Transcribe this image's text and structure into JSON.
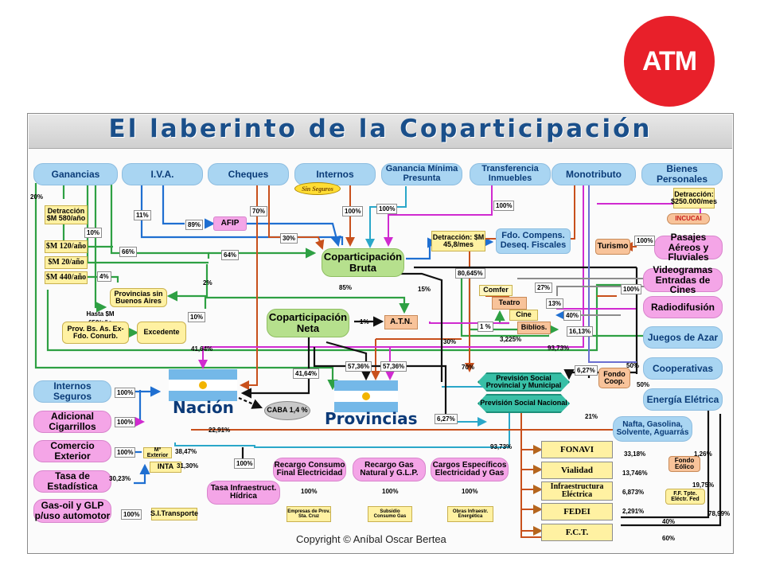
{
  "logo": {
    "text": "ATM"
  },
  "title": "El laberinto de la Coparticipación",
  "copyright": "Copyright © Aníbal Oscar Bertea",
  "top": {
    "ganancias": "Ganancias",
    "iva": "I.V.A.",
    "cheques": "Cheques",
    "internos": "Internos",
    "sin_seguros": "Sin Seguros",
    "ganancia_minima": "Ganancia Mínima Presunta",
    "transferencia": "Transferencia Inmuebles",
    "monotributo": "Monotributo",
    "bienes": "Bienes Personales"
  },
  "nodes": {
    "detraccion_580": "Detracción $M 580/año",
    "sm_120": "$M 120/año",
    "sm_20": "$M 20/año",
    "sm_440": "$M 440/año",
    "hasta_650": "Hasta $M 650/año",
    "prov_bs_as": "Prov. Bs. As. Ex-Fdo. Conurb.",
    "excedente": "Excedente",
    "prov_sin_bsas": "Provincias sin Buenos Aires",
    "afip": "AFIP",
    "copart_bruta": "Coparticipación Bruta",
    "detraccion_458": "Detracción: $M 45,8/mes",
    "fdo_compens": "Fdo. Compens. Deseq. Fiscales",
    "copart_neta": "Coparticipación Neta",
    "atn": "A.T.N.",
    "nacion": "Nación",
    "provincias": "Provincias",
    "caba": "CABA 1,4 %",
    "detraccion_250": "Detracción: $250.000/mes",
    "incucai": "INCUCAI",
    "turismo": "Turismo",
    "pasajes": "Pasajes Aéreos y Fluviales",
    "videogramas": "Videogramas Entradas de Cines",
    "radiodifusion": "Radiodifusión",
    "juegos": "Juegos de Azar",
    "cooperativas": "Cooperativas",
    "fondo_coop": "Fondo Coop.",
    "energia": "Energía Elétrica",
    "comfer": "Comfer",
    "teatro": "Teatro",
    "cine": "Cine",
    "biblios": "Biblios.",
    "prev_prov": "Previsión Social Provincial y Municipal",
    "prev_nac": "Previsión Social Nacional",
    "nafta": "Nafta, Gasolina, Solvente, Aguarrás",
    "fonavi": "FONAVI",
    "vialidad": "Vialidad",
    "infraestructura": "Infraestructura Eléctrica",
    "fedei": "FEDEI",
    "fct": "F.C.T.",
    "fondo_eolico": "Fondo Eólico",
    "ff_tpte": "F.F. Tpte. Eléctr. Fed",
    "internos_seguros": "Internos Seguros",
    "adicional_cig": "Adicional Cigarrillos",
    "comercio_ext": "Comercio Exterior",
    "tasa_est": "Tasa de Estadística",
    "gasoil": "Gas-oil y GLP p/uso automotor",
    "m_exterior": "Mº Exterior",
    "inta": "INTA",
    "s_transporte": "S.I.Transporte",
    "tasa_infra": "Tasa Infraestruct. Hídrica",
    "recargo_consumo": "Recargo Consumo Final Electricidad",
    "recargo_gas": "Recargo Gas Natural y G.L.P.",
    "cargos_esp": "Cargos Específicos Electricidad y Gas",
    "empresas_prov": "Empresas de Prov. Sta. Cruz",
    "subsidio_gas": "Subsidio Consumo Gas",
    "obras_infra": "Obras Infraestr. Energética"
  },
  "pct": {
    "p20": "20%",
    "p10": "10%",
    "p4": "4%",
    "p66": "66%",
    "p11": "11%",
    "p89": "89%",
    "p64": "64%",
    "p2": "2%",
    "p70a": "70%",
    "p30": "30%",
    "p100int": "100%",
    "p100gmp": "100%",
    "p100ti": "100%",
    "p85": "85%",
    "p15": "15%",
    "p1": "1%",
    "p10b": "10%",
    "p4164a": "41,64%",
    "p4164b": "41,64%",
    "p5736a": "57,36%",
    "p5736b": "57,36%",
    "p80645": "80,645%",
    "p27": "27%",
    "p13": "13%",
    "p40": "40%",
    "p1613": "16,13%",
    "p3225": "3,225%",
    "p1pct": "1 %",
    "p30b": "30%",
    "p9373a": "93,73%",
    "p70b": "70%",
    "p627a": "6,27%",
    "p627b": "6,27%",
    "p50a": "50%",
    "p50b": "50%",
    "p100pas": "100%",
    "p100vid": "100%",
    "p21": "21%",
    "p2291a": "22,91%",
    "p9373b": "93,73%",
    "p100is": "100%",
    "p100ac": "100%",
    "p100ce": "100%",
    "p3023": "30,23%",
    "p3847": "38,47%",
    "p3130": "31,30%",
    "p100gas": "100%",
    "p100tih": "100%",
    "p100rc": "100%",
    "p100rg": "100%",
    "p100ce2": "100%",
    "p3318": "33,18%",
    "p13746": "13,746%",
    "p6873": "6,873%",
    "p2291b": "2,291%",
    "p126": "1,26%",
    "p1975": "19,75%",
    "p7899": "78,99%",
    "p40b": "40%",
    "p60": "60%"
  }
}
